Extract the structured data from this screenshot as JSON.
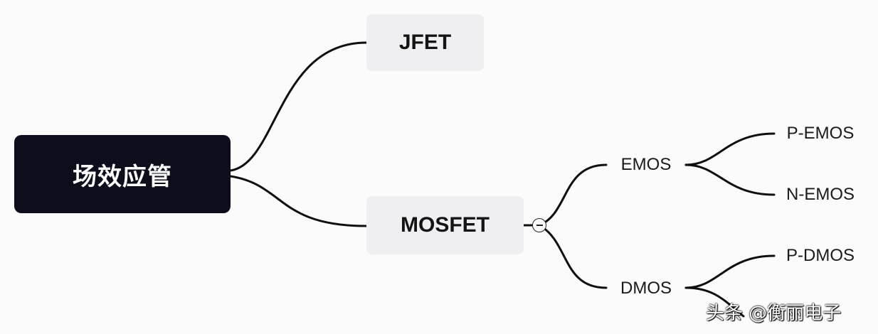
{
  "mindmap": {
    "root": {
      "label": "场效应管"
    },
    "branches": {
      "jfet": {
        "label": "JFET"
      },
      "mosfet": {
        "label": "MOSFET",
        "children": {
          "emos": {
            "label": "EMOS",
            "children": [
              "P-EMOS",
              "N-EMOS"
            ]
          },
          "dmos": {
            "label": "DMOS",
            "children": [
              "P-DMOS"
            ]
          }
        }
      }
    },
    "collapse_icon": "minus-circle-icon"
  },
  "watermark": {
    "text": "头条 @衡丽电子"
  },
  "colors": {
    "root_bg": "#0e0d1c",
    "box_bg": "#efeff1",
    "line": "#0f0f0f",
    "background": "#fbfbfb"
  }
}
